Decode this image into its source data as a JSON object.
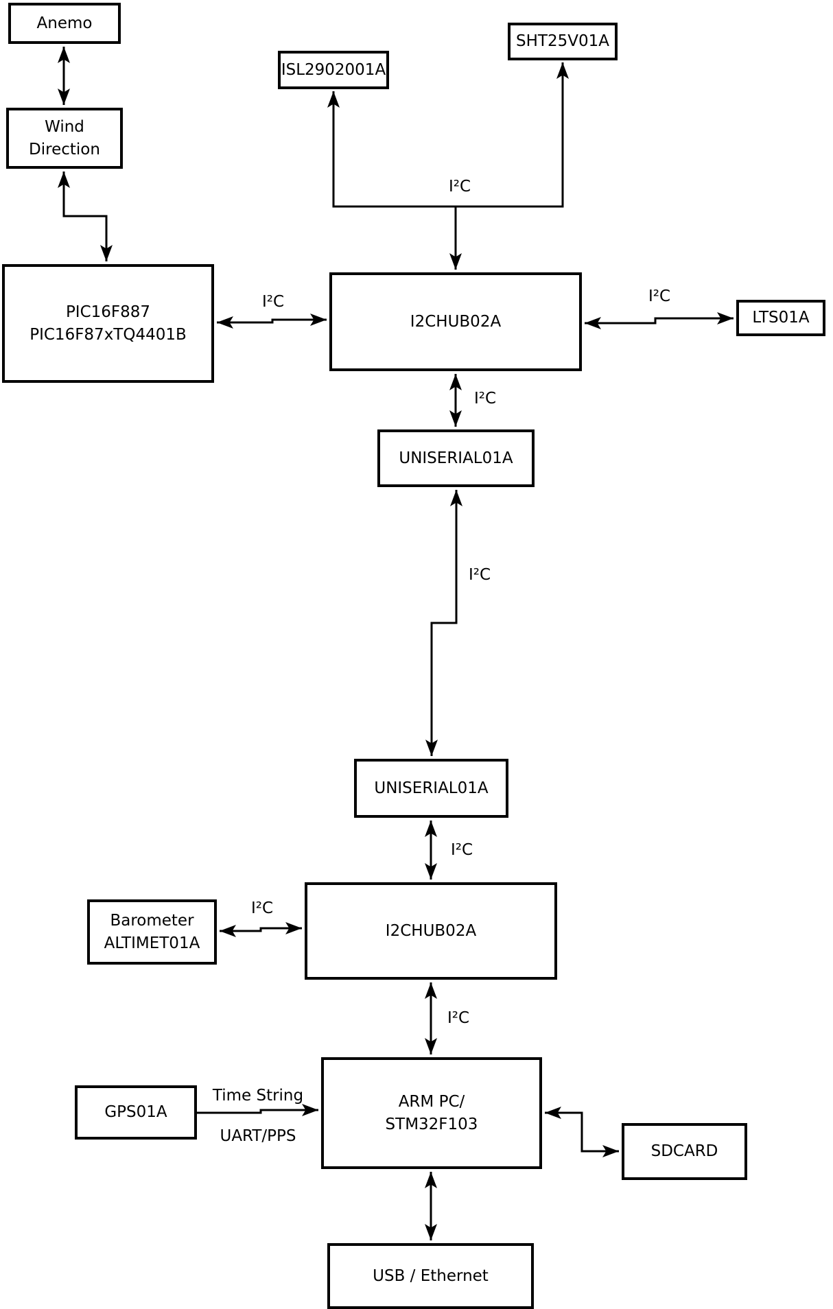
{
  "diagram": {
    "title": "weather-station hardware block diagram",
    "blocks": {
      "anemo": {
        "label": "Anemo"
      },
      "wind_direction": {
        "label": "Wind\nDirection"
      },
      "pic": {
        "label": "PIC16F887\nPIC16F87xTQ4401B"
      },
      "isl": {
        "label": "ISL2902001A"
      },
      "sht": {
        "label": "SHT25V01A"
      },
      "hub1": {
        "label": "I2CHUB02A"
      },
      "lts": {
        "label": "LTS01A"
      },
      "uniserial1": {
        "label": "UNISERIAL01A"
      },
      "uniserial2": {
        "label": "UNISERIAL01A"
      },
      "hub2": {
        "label": "I2CHUB02A"
      },
      "barometer": {
        "label": "Barometer\nALTIMET01A"
      },
      "gps": {
        "label": "GPS01A"
      },
      "arm_pc": {
        "label": "ARM PC/\nSTM32F103"
      },
      "sdcard": {
        "label": "SDCARD"
      },
      "usb": {
        "label": "USB / Ethernet"
      }
    },
    "edge_labels": {
      "i2c": "I²C",
      "time_string": "Time String",
      "uart_pps": "UART/PPS"
    },
    "colors": {
      "line": "#000000",
      "background": "#ffffff",
      "box_fill": "#ffffff"
    }
  }
}
